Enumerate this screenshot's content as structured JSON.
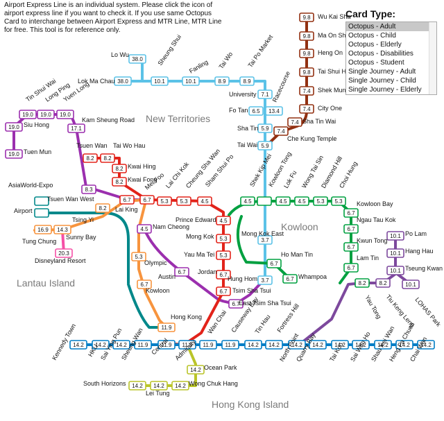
{
  "intro_text": "Airport Express Line is an individual system. Please click the icon of airport express line if you want to check it. If you use same Octopus Card to interchange between Airport Express and MTR Line, MTR Line for free. This tool is for reference only.",
  "card_type": {
    "title": "Card Type:",
    "options": [
      "Octopus - Adult",
      "Octopus - Child",
      "Octopus - Elderly",
      "Octopus - Disabilities",
      "Octopus - Student",
      "Single Journey - Adult",
      "Single Journey - Child",
      "Single Journey - Elderly"
    ],
    "selected": "Octopus - Adult"
  },
  "regions": [
    "New Territories",
    "Kowloon",
    "Lantau Island",
    "Hong Kong Island"
  ],
  "line_colors": {
    "east_rail": "#5bc2e7",
    "tuen_ma": "#9b2fae",
    "tsuen_wan": "#e2231a",
    "kwun_tong": "#00a040",
    "tseung_kwan_o": "#7d499d",
    "island": "#007dc5",
    "tung_chung": "#f7943e",
    "airport_express": "#00888a",
    "disneyland": "#f550a6",
    "ma_on_shan": "#923011",
    "south_island": "#bac429",
    "highlight": "#ffff00"
  },
  "stations": [
    {
      "name": "Lo Wu",
      "fare": "38.0",
      "line": "east_rail"
    },
    {
      "name": "Lok Ma Chau",
      "fare": "38.0",
      "line": "east_rail"
    },
    {
      "name": "Sheung Shui",
      "fare": "10.1",
      "line": "east_rail"
    },
    {
      "name": "Fanling",
      "fare": "10.1",
      "line": "east_rail"
    },
    {
      "name": "Tai Wo",
      "fare": "8.9",
      "line": "east_rail"
    },
    {
      "name": "Tai Po Market",
      "fare": "8.9",
      "line": "east_rail"
    },
    {
      "name": "University",
      "fare": "7.1",
      "line": "east_rail"
    },
    {
      "name": "Fo Tan",
      "fare": "6.5",
      "line": "east_rail"
    },
    {
      "name": "Racecourse",
      "fare": "13.4",
      "line": "east_rail"
    },
    {
      "name": "Sha Tin",
      "fare": "5.9",
      "line": "east_rail"
    },
    {
      "name": "Tai Wai",
      "fare": "5.9",
      "line": "east_rail"
    },
    {
      "name": "Wu Kai Sha",
      "fare": "9.8",
      "line": "ma_on_shan"
    },
    {
      "name": "Ma On Shan",
      "fare": "9.8",
      "line": "ma_on_shan"
    },
    {
      "name": "Heng On",
      "fare": "9.8",
      "line": "ma_on_shan"
    },
    {
      "name": "Tai Shui Hang",
      "fare": "9.8",
      "line": "ma_on_shan"
    },
    {
      "name": "Shek Mun",
      "fare": "7.4",
      "line": "ma_on_shan"
    },
    {
      "name": "City One",
      "fare": "7.4",
      "line": "ma_on_shan"
    },
    {
      "name": "Sha Tin Wai",
      "fare": "7.4",
      "line": "ma_on_shan"
    },
    {
      "name": "Che Kung Temple",
      "fare": "7.4",
      "line": "ma_on_shan"
    },
    {
      "name": "Tin Shui Wai",
      "fare": "19.0",
      "line": "tuen_ma"
    },
    {
      "name": "Long Ping",
      "fare": "19.0",
      "line": "tuen_ma"
    },
    {
      "name": "Yuen Long",
      "fare": "19.0",
      "line": "tuen_ma"
    },
    {
      "name": "Siu Hong",
      "fare": "19.0",
      "line": "tuen_ma"
    },
    {
      "name": "Tuen Mun",
      "fare": "19.0",
      "line": "tuen_ma"
    },
    {
      "name": "Kam Sheung Road",
      "fare": "17.1",
      "line": "tuen_ma"
    },
    {
      "name": "Tsuen Wan West",
      "fare": "8.3",
      "line": "tuen_ma"
    },
    {
      "name": "Tsuen Wan",
      "fare": "8.2",
      "line": "tsuen_wan"
    },
    {
      "name": "Tai Wo Hau",
      "fare": "8.2",
      "line": "tsuen_wan"
    },
    {
      "name": "Kwai Hing",
      "fare": "8.2",
      "line": "tsuen_wan"
    },
    {
      "name": "Kwai Fong",
      "fare": "8.2",
      "line": "tsuen_wan"
    },
    {
      "name": "Lai King",
      "fare": "6.7",
      "line": "tsuen_wan"
    },
    {
      "name": "Mei Foo",
      "fare": "6.7",
      "line": "tsuen_wan"
    },
    {
      "name": "Lai Chi Kok",
      "fare": "5.3",
      "line": "tsuen_wan"
    },
    {
      "name": "Cheung Sha Wan",
      "fare": "5.3",
      "line": "tsuen_wan"
    },
    {
      "name": "Sham Shui Po",
      "fare": "4.5",
      "line": "tsuen_wan"
    },
    {
      "name": "Prince Edward",
      "fare": "4.5",
      "line": "tsuen_wan"
    },
    {
      "name": "Mong Kok",
      "fare": "5.3",
      "line": "tsuen_wan"
    },
    {
      "name": "Yau Ma Tei",
      "fare": "5.3",
      "line": "tsuen_wan"
    },
    {
      "name": "Jordan",
      "fare": "6.7",
      "line": "tsuen_wan"
    },
    {
      "name": "Tsim Sha Tsui",
      "fare": "6.7",
      "line": "tsuen_wan"
    },
    {
      "name": "Shek Kip Mei",
      "fare": "4.5",
      "line": "kwun_tong"
    },
    {
      "name": "Kowloon Tong",
      "fare": "",
      "line": "kwun_tong"
    },
    {
      "name": "Lok Fu",
      "fare": "4.5",
      "line": "kwun_tong"
    },
    {
      "name": "Wong Tai Sin",
      "fare": "4.5",
      "line": "kwun_tong"
    },
    {
      "name": "Diamond Hill",
      "fare": "5.3",
      "line": "kwun_tong"
    },
    {
      "name": "Choi Hung",
      "fare": "5.3",
      "line": "kwun_tong"
    },
    {
      "name": "Kowloon Bay",
      "fare": "6.7",
      "line": "kwun_tong"
    },
    {
      "name": "Ngau Tau Kok",
      "fare": "6.7",
      "line": "kwun_tong"
    },
    {
      "name": "Kwun Tong",
      "fare": "6.7",
      "line": "kwun_tong"
    },
    {
      "name": "Lam Tin",
      "fare": "6.7",
      "line": "kwun_tong"
    },
    {
      "name": "Yau Tong",
      "fare": "8.2",
      "line": "kwun_tong"
    },
    {
      "name": "Mong Kok East",
      "fare": "3.7",
      "line": "east_rail"
    },
    {
      "name": "Ho Man Tin",
      "fare": "6.7",
      "line": "kwun_tong"
    },
    {
      "name": "Whampoa",
      "fare": "6.7",
      "line": "kwun_tong"
    },
    {
      "name": "Hung Hom",
      "fare": "3.7",
      "line": "east_rail"
    },
    {
      "name": "East Tsim Sha Tsui",
      "fare": "6.7",
      "line": "tuen_ma"
    },
    {
      "name": "Nam Cheong",
      "fare": "4.5",
      "line": "tuen_ma"
    },
    {
      "name": "Austin",
      "fare": "6.7",
      "line": "tuen_ma"
    },
    {
      "name": "Olympic",
      "fare": "5.3",
      "line": "tung_chung"
    },
    {
      "name": "Kowloon",
      "fare": "6.7",
      "line": "tung_chung"
    },
    {
      "name": "Tsing Yi",
      "fare": "8.2",
      "line": "tung_chung"
    },
    {
      "name": "Sunny Bay",
      "fare": "14.3",
      "line": "tung_chung"
    },
    {
      "name": "Tung Chung",
      "fare": "16.9",
      "line": "tung_chung"
    },
    {
      "name": "Disneyland Resort",
      "fare": "20.3",
      "line": "disneyland"
    },
    {
      "name": "AsiaWorld-Expo",
      "fare": "",
      "line": "airport_express"
    },
    {
      "name": "Airport",
      "fare": "",
      "line": "airport_express"
    },
    {
      "name": "Po Lam",
      "fare": "10.1",
      "line": "tseung_kwan_o"
    },
    {
      "name": "Hang Hau",
      "fare": "10.1",
      "line": "tseung_kwan_o"
    },
    {
      "name": "Tseung Kwan O",
      "fare": "10.1",
      "line": "tseung_kwan_o"
    },
    {
      "name": "LOHAS Park",
      "fare": "10.1",
      "line": "tseung_kwan_o"
    },
    {
      "name": "Tiu Keng Leng",
      "fare": "8.2",
      "line": "tseung_kwan_o"
    },
    {
      "name": "Hong Kong",
      "fare": "11.9",
      "line": "tung_chung"
    },
    {
      "name": "Central",
      "fare": "11.9",
      "line": "island"
    },
    {
      "name": "Admiralty",
      "fare": "11.9",
      "line": "island"
    },
    {
      "name": "Wan Chai",
      "fare": "11.9",
      "line": "island"
    },
    {
      "name": "Causeway Bay",
      "fare": "11.9",
      "line": "island"
    },
    {
      "name": "Tin Hau",
      "fare": "14.2",
      "line": "island"
    },
    {
      "name": "Fortress Hill",
      "fare": "14.2",
      "line": "island"
    },
    {
      "name": "North Point",
      "fare": "14.2",
      "line": "island"
    },
    {
      "name": "Quarry Bay",
      "fare": "14.2",
      "line": "island"
    },
    {
      "name": "Tai Koo",
      "fare": "14.2",
      "line": "island"
    },
    {
      "name": "Sai Wan Ho",
      "fare": "14.2",
      "line": "island"
    },
    {
      "name": "Shau Kei Wan",
      "fare": "14.2",
      "line": "island"
    },
    {
      "name": "Heng Fa Chuen",
      "fare": "14.2",
      "line": "island"
    },
    {
      "name": "Chai Wan",
      "fare": "14.2",
      "line": "island"
    },
    {
      "name": "Sheung Wan",
      "fare": "11.9",
      "line": "island"
    },
    {
      "name": "Sai Ying Pun",
      "fare": "14.2",
      "line": "island"
    },
    {
      "name": "HKU",
      "fare": "14.2",
      "line": "island"
    },
    {
      "name": "Kennedy Town",
      "fare": "14.2",
      "line": "island"
    },
    {
      "name": "Ocean Park",
      "fare": "14.2",
      "line": "south_island"
    },
    {
      "name": "Wong Chuk Hang",
      "fare": "14.2",
      "line": "south_island"
    },
    {
      "name": "Lei Tung",
      "fare": "14.2",
      "line": "south_island"
    },
    {
      "name": "South Horizons",
      "fare": "14.2",
      "line": "south_island"
    }
  ]
}
